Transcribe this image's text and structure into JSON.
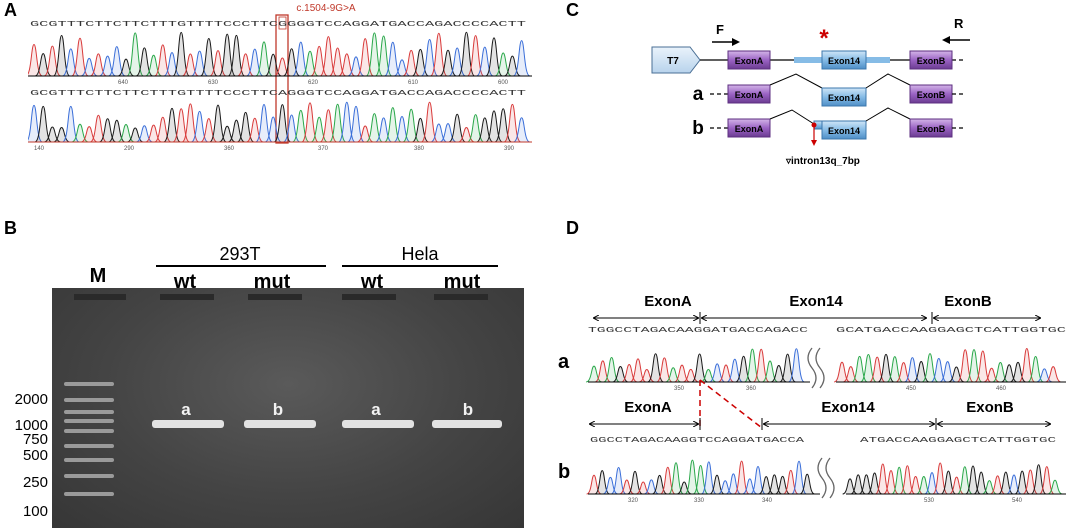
{
  "panels": {
    "a": "A",
    "b": "B",
    "c": "C",
    "d": "D"
  },
  "panelA": {
    "mutation": "c.1504-9G>A",
    "seq_top": "GCGTTTCTTCTTCTTTGTTTTCCCTTCGGGGTCCAGGATGACCAGACCCCACTT",
    "seq_bottom": "GCGTTTCTTCTTCTTTGTTTTCCCTTCAGGGTCCAGGATGACCAGACCCCACTT",
    "ticks_top": [
      "640",
      "630",
      "620",
      "610",
      "600"
    ],
    "ticks_bottom": [
      "140",
      "290",
      "360",
      "370",
      "380",
      "390"
    ]
  },
  "panelB": {
    "marker_label": "M",
    "cell1": "293T",
    "cell2": "Hela",
    "lanes": [
      "wt",
      "mut",
      "wt",
      "mut"
    ],
    "band_labels": [
      "a",
      "b",
      "a",
      "b"
    ],
    "sizes": [
      "2000",
      "1000",
      "750",
      "500",
      "250",
      "100"
    ]
  },
  "panelC": {
    "promoter": "T7",
    "primer_f": "F",
    "primer_r": "R",
    "exon_a": "ExonA",
    "exon_14": "Exon14",
    "exon_b": "ExonB",
    "row_a": "a",
    "row_b": "b",
    "star": "*",
    "intron_note": "▿intron13q_7bp"
  },
  "panelD": {
    "row_a": "a",
    "row_b": "b",
    "exon_a": "ExonA",
    "exon_14": "Exon14",
    "exon_b": "ExonB",
    "seq_a_left": "TGGCCTAGACAAGGATGACCAGACC",
    "seq_a_right": "GCATGACCAAGGAGCTCATTGGTGC",
    "seq_b_left": "GGCCTAGACAAGGTCCAGGATGACCA",
    "seq_b_right": "ATGACCAAGGAGCTCATTGGTGC",
    "ticks_a": [
      "350",
      "360",
      "450",
      "460"
    ],
    "ticks_b": [
      "320",
      "330",
      "340",
      "530",
      "540"
    ]
  }
}
